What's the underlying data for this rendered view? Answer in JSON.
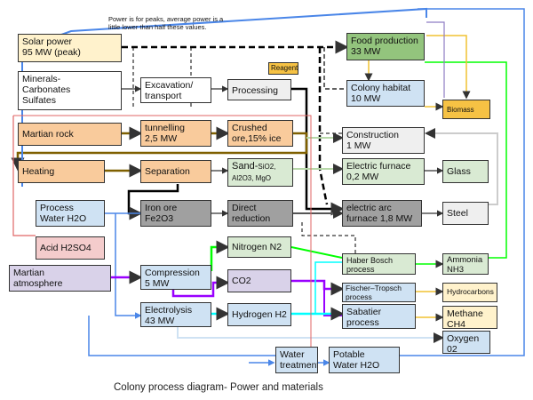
{
  "note": "Power is for peaks, average power is a\nlittle lower than half these values.",
  "caption": "Colony process diagram- Power and materials",
  "boxes": {
    "solar": "Solar power\n95 MW (peak)",
    "minerals": "Minerals-\nCarbonates\nSulfates",
    "excavation": "Excavation/\ntransport",
    "processing": "Processing",
    "reagents": "Reagents",
    "food": "Food production\n33 MW",
    "habitat": "Colony habitat\n10 MW",
    "biomass": "Biomass",
    "martian_rock": "Martian rock",
    "tunnelling": "tunnelling\n2,5 MW",
    "crushed": "Crushed\nore,15% ice",
    "construction": "Construction\n1 MW",
    "heating": "Heating",
    "separation": "Separation",
    "sand_main": "Sand-",
    "sand_sub1": "SiO2,",
    "sand_sub2": "Al2O3, MgO",
    "electric_furnace": "Electric furnace\n0,2 MW",
    "glass": "Glass",
    "process_water": "Process\nWater H2O",
    "iron_ore": "Iron ore\nFe2O3",
    "direct_reduction": "Direct\nreduction",
    "arc_furnace": "electric arc\nfurnace 1,8 MW",
    "steel": "Steel",
    "acid": "Acid H2SO4",
    "nitrogen": "Nitrogen N2",
    "haber": "Haber Bosch\nprocess",
    "ammonia": "Ammonia\nNH3",
    "martian_atm": "Martian\natmosphere",
    "compression": "Compression\n5 MW",
    "co2": "CO2",
    "fischer": "Fischer–Tropsch\nprocess",
    "hydrocarbons": "Hydrocarbons",
    "sabatier": "Sabatier\nprocess",
    "methane": "Methane\nCH4",
    "electrolysis": "Electrolysis\n43 MW",
    "hydrogen": "Hydrogen H2",
    "oxygen": "Oxygen\n02",
    "water_treatment": "Water\ntreatment",
    "potable": "Potable\nWater H2O"
  },
  "colors": {
    "power": "#000000",
    "solid": "#7f6000",
    "water": "#4a86e8",
    "gas": "#9900ff",
    "hydrogen": "#00ffff",
    "nitrogen": "#00ff00",
    "food": "#f1c232",
    "construction": "#b6d7a8",
    "acid": "#e06666"
  }
}
